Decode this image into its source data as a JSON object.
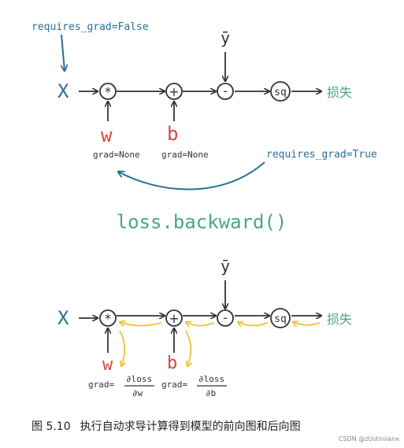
{
  "colors": {
    "blue": "#2a6f97",
    "red": "#d9473d",
    "green": "#4aa58a",
    "dark": "#333333",
    "yellow": "#f2c230"
  },
  "top": {
    "requires_grad_false": "requires_grad=False",
    "requires_grad_true": "requires_grad=True",
    "x": "X",
    "w": "w",
    "b": "b",
    "ybar": "ȳ",
    "mul": "*",
    "add": "+",
    "sub": "-",
    "sq": "sq",
    "loss": "损失",
    "grad_w": "grad=None",
    "grad_b": "grad=None"
  },
  "middle": {
    "backward_label": "loss.backward()"
  },
  "bottom": {
    "x": "X",
    "w": "w",
    "b": "b",
    "ybar": "ȳ",
    "mul": "*",
    "add": "+",
    "sub": "-",
    "sq": "sq",
    "loss": "损失",
    "grad_w_prefix": "grad=",
    "grad_w_num": "∂loss",
    "grad_w_den": "∂w",
    "grad_b_prefix": "grad=",
    "grad_b_num": "∂loss",
    "grad_b_den": "∂b"
  },
  "caption": {
    "figure_no": "图 5.10",
    "text": "执行自动求导计算得到模型的前向图和后向图"
  },
  "watermark": "CSDN @zUstiniianx"
}
